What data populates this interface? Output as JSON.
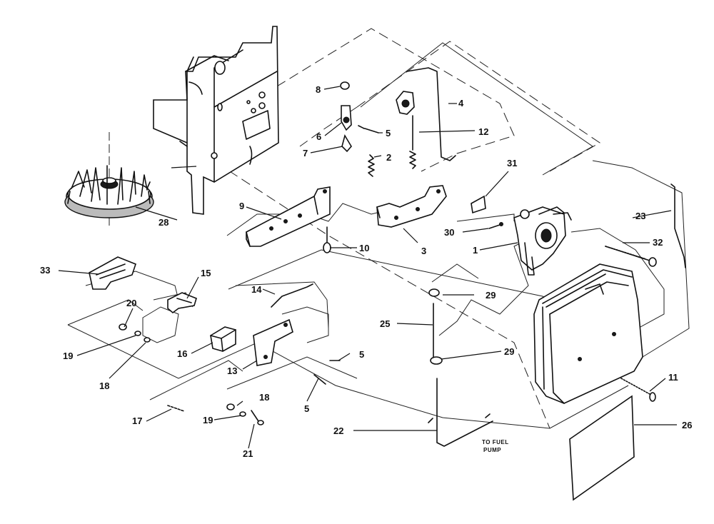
{
  "callouts": {
    "c1": "1",
    "c2": "2",
    "c3": "3",
    "c4": "4",
    "c5a": "5",
    "c5b": "5",
    "c5c": "5",
    "c6": "6",
    "c7": "7",
    "c8": "8",
    "c9": "9",
    "c10": "10",
    "c11": "11",
    "c12": "12",
    "c13": "13",
    "c14": "14",
    "c15": "15",
    "c16": "16",
    "c17": "17",
    "c18a": "18",
    "c18b": "18",
    "c19a": "19",
    "c19b": "19",
    "c20": "20",
    "c21": "21",
    "c22": "22",
    "c23": "23",
    "c25": "25",
    "c26": "26",
    "c28": "28",
    "c29a": "29",
    "c29b": "29",
    "c30": "30",
    "c31": "31",
    "c32": "32",
    "c33": "33"
  },
  "note": {
    "line1": "TO FUEL",
    "line2": "PUMP"
  }
}
